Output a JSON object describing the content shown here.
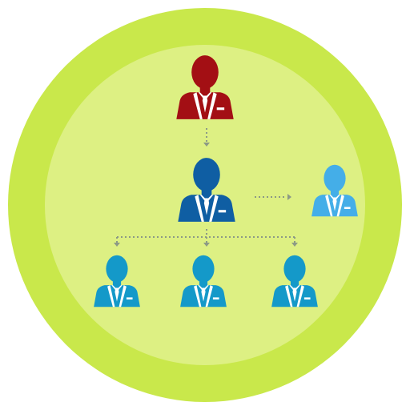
{
  "diagram": {
    "type": "org-chart",
    "colors": {
      "outer_ring": "#c9e84b",
      "inner_disc": "#ddf083",
      "connector": "#8c9a85",
      "top_person": "#a30f14",
      "middle_person": "#0f5ea3",
      "side_person": "#44aee8",
      "bottom_person": "#1499c9",
      "shirt": "#ffffff"
    },
    "nodes": [
      {
        "id": "top",
        "role": "top-level",
        "color_key": "top_person"
      },
      {
        "id": "middle",
        "role": "manager",
        "color_key": "middle_person"
      },
      {
        "id": "side",
        "role": "peer",
        "color_key": "side_person"
      },
      {
        "id": "bottom-left",
        "role": "report",
        "color_key": "bottom_person"
      },
      {
        "id": "bottom-center",
        "role": "report",
        "color_key": "bottom_person"
      },
      {
        "id": "bottom-right",
        "role": "report",
        "color_key": "bottom_person"
      }
    ],
    "edges": [
      {
        "from": "top",
        "to": "middle",
        "style": "dotted-arrow"
      },
      {
        "from": "middle",
        "to": "side",
        "style": "dotted-arrow"
      },
      {
        "from": "middle",
        "to": "bottom-left",
        "style": "dotted-arrow"
      },
      {
        "from": "middle",
        "to": "bottom-center",
        "style": "dotted-arrow"
      },
      {
        "from": "middle",
        "to": "bottom-right",
        "style": "dotted-arrow"
      }
    ]
  }
}
